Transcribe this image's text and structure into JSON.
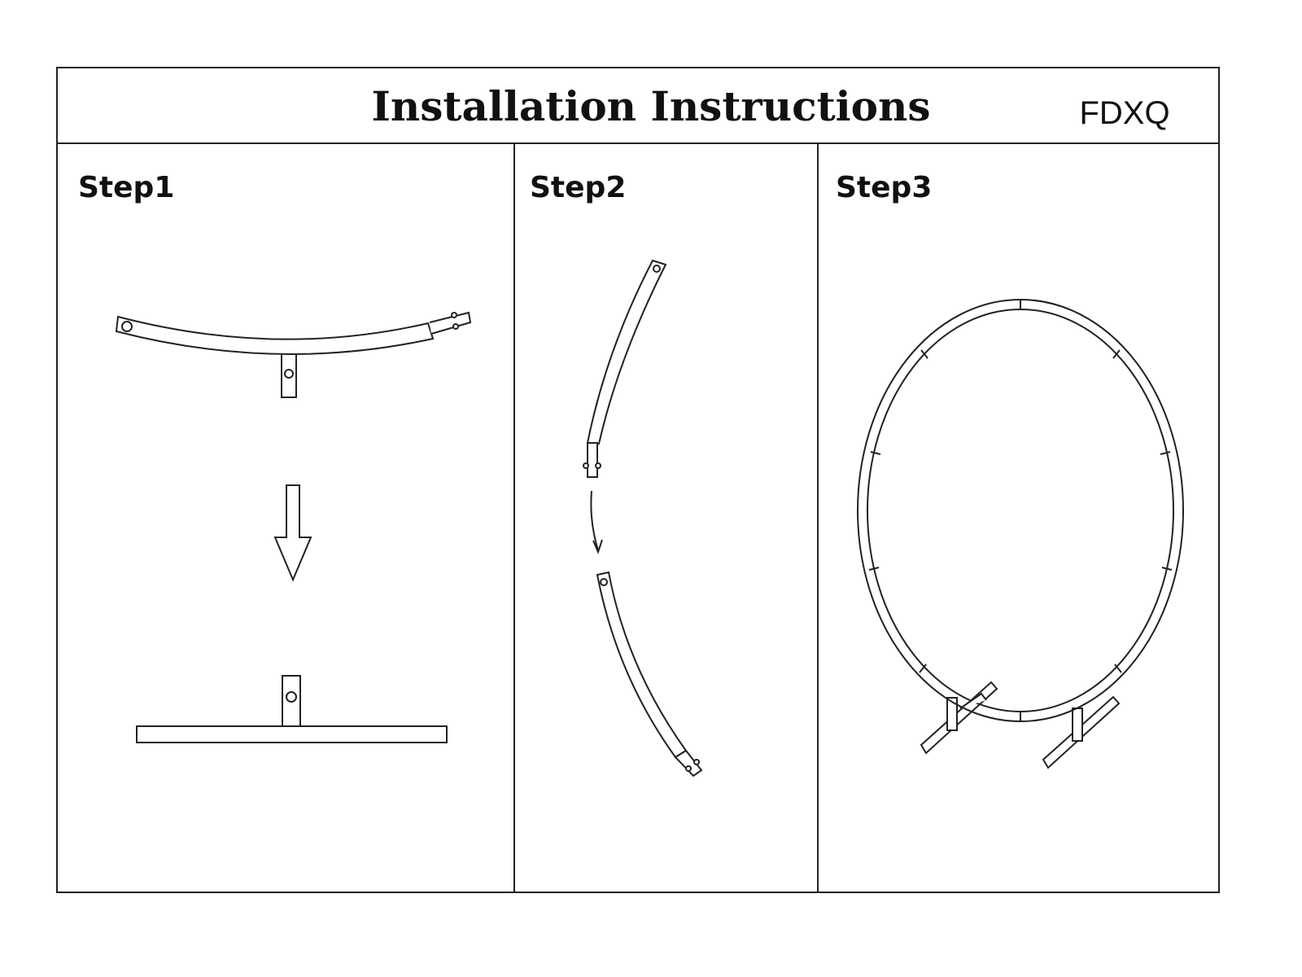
{
  "header": {
    "title": "Installation Instructions",
    "model_code": "FDXQ"
  },
  "steps": [
    {
      "label": "Step1"
    },
    {
      "label": "Step2"
    },
    {
      "label": "Step3"
    }
  ]
}
